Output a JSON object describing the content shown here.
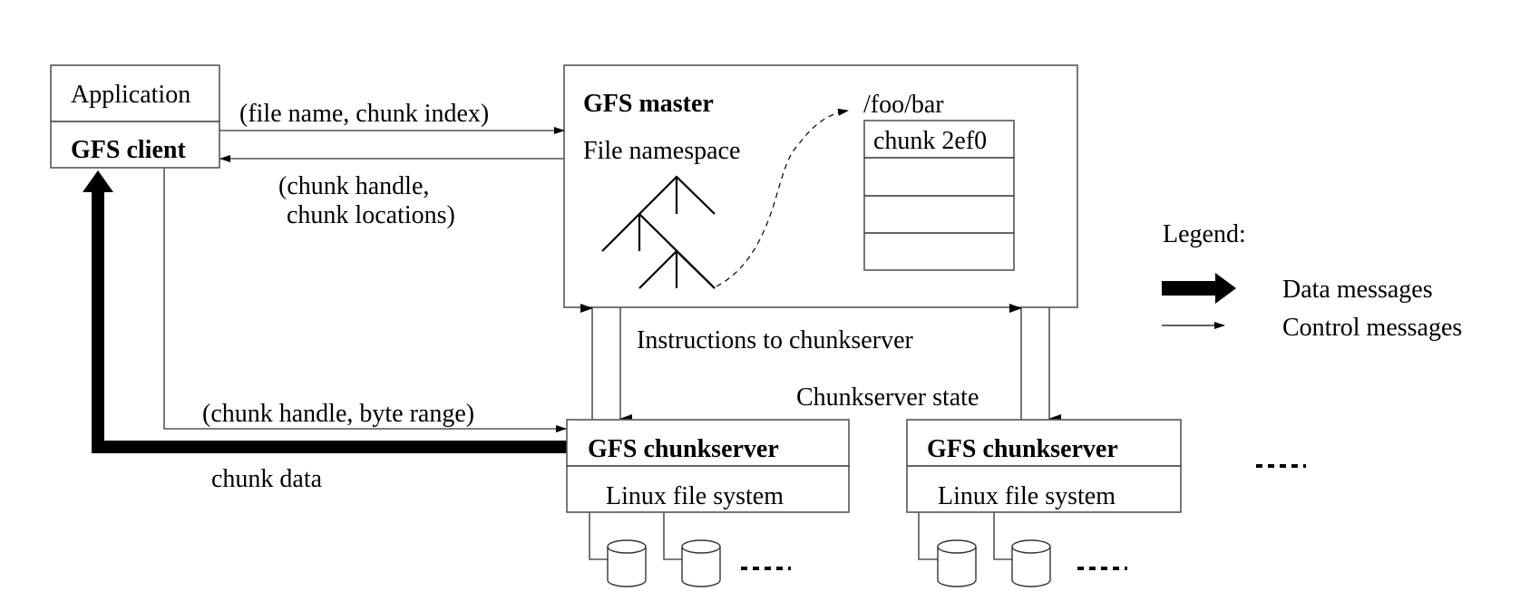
{
  "diagram": {
    "client": {
      "application_label": "Application",
      "client_label": "GFS client"
    },
    "master": {
      "title": "GFS master",
      "namespace_label": "File namespace",
      "file_path": "/foo/bar",
      "chunk_table": [
        "chunk 2ef0",
        "",
        "",
        ""
      ]
    },
    "messages": {
      "request": "(file name, chunk index)",
      "reply_line1": "(chunk handle,",
      "reply_line2": " chunk locations)",
      "instructions": "Instructions to chunkserver",
      "state": "Chunkserver state",
      "read_request": "(chunk handle, byte range)",
      "data": "chunk data"
    },
    "chunkservers": [
      {
        "title": "GFS chunkserver",
        "fs_label": "Linux file system",
        "disk_count": 2,
        "more": "....."
      },
      {
        "title": "GFS chunkserver",
        "fs_label": "Linux file system",
        "disk_count": 2,
        "more": "....."
      }
    ],
    "more_chunkservers": ".....",
    "legend": {
      "title": "Legend:",
      "items": [
        {
          "style": "thick-arrow",
          "label": "Data messages"
        },
        {
          "style": "thin-arrow",
          "label": "Control messages"
        }
      ]
    }
  }
}
